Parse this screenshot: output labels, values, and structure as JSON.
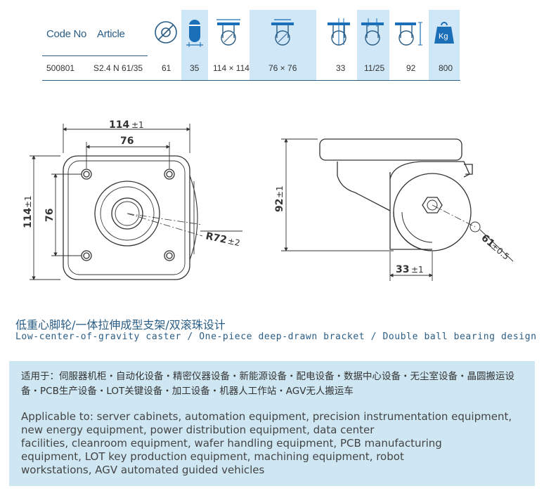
{
  "table": {
    "headers": {
      "code_no": "Code No",
      "article": "Article",
      "weight_unit": "Kg"
    },
    "row": {
      "code_no": "500801",
      "article": "S2.4 N 61/35",
      "wheel_diameter": "61",
      "wheel_width": "35",
      "plate_size": "114 × 114",
      "hole_spacing": "76 × 76",
      "offset": "33",
      "bolt_hole": "11/25",
      "height": "92",
      "load": "800"
    }
  },
  "drawing": {
    "plate_width": "114",
    "plate_width_tol": "±1",
    "hole_spacing_h": "76",
    "hole_spacing_v": "76",
    "plate_height": "114",
    "plate_height_tol": "±1",
    "swivel_radius": "R72",
    "swivel_radius_tol": "±2",
    "overall_height": "92",
    "overall_height_tol": "±1",
    "wheel_dia": "61",
    "wheel_dia_tol": "±0.5",
    "offset": "33",
    "offset_tol": "±1"
  },
  "captions": {
    "cn": "低重心脚轮/一体拉伸成型支架/双滚珠设计",
    "en": "Low-center-of-gravity caster / One-piece deep-drawn bracket / Double ball bearing design"
  },
  "applicable": {
    "cn": "适用于：伺服器机柜・自动化设备・精密仪器设备・新能源设备・配电设备・数据中心设备・无尘室设备・晶圆搬运设备・PCB生产设备・LOT关键设备・加工设备・机器人工作站・AGV无人搬运车",
    "en": "Applicable to: server cabinets, automation equipment, precision instrumentation equipment,\n new energy equipment, power distribution equipment, data center\nfacilities, cleanroom equipment, wafer handling equipment, PCB manufacturing\nequipment, LOT key production equipment, machining equipment, robot\nworkstations, AGV automated guided vehicles"
  },
  "colors": {
    "accent": "#2a5d86",
    "highlight": "#cfe7f7",
    "icon_blue": "#1a6fb8",
    "box_bg": "#cfe7f3"
  }
}
